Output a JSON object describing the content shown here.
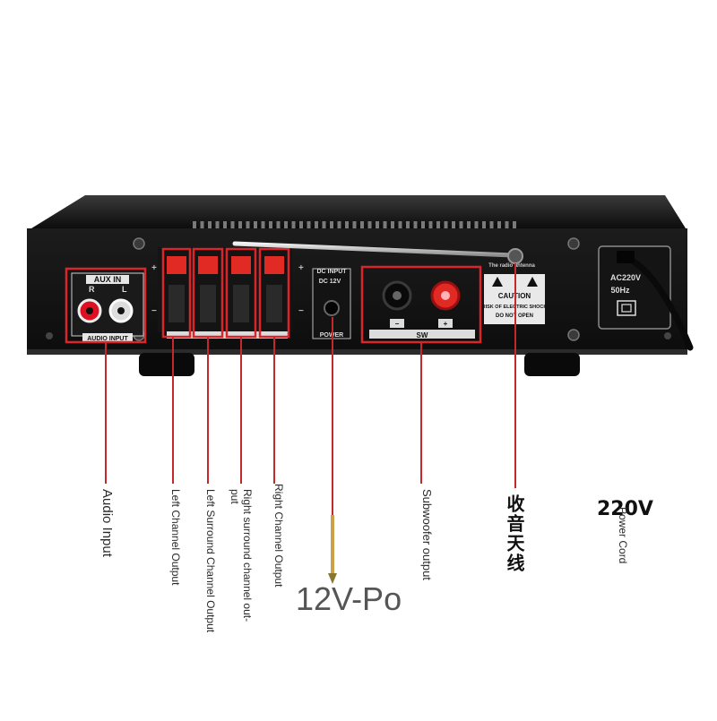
{
  "panel": {
    "aux_in": "AUX IN",
    "aux_r": "R",
    "aux_l": "L",
    "audio_input": "AUDIO INPUT",
    "dc_input": "DC INPUT",
    "dc_voltage": "DC 12V",
    "power": "POWER",
    "sw": "SW",
    "radio_antenna": "The radio antenna",
    "caution": "CAUTION",
    "risk_line1": "RISK OF ELECTRIC SHOCK",
    "risk_line2": "DO NOT OPEN",
    "ac_voltage": "AC220V",
    "frequency": "50Hz",
    "plus": "+",
    "minus": "−"
  },
  "labels": {
    "audio_input": "Audio Input",
    "left_channel": "Left Channel Output",
    "left_surround": "Left Surround Channel Output",
    "right_surround_1": "Right surround channel out-",
    "right_surround_2": "put",
    "right_channel": "Right Channel Output",
    "power_12v": "12V-Po",
    "subwoofer": "Subwoofer output",
    "antenna_cn": "收音天线",
    "v220": "220V",
    "power_cord": "Power Cord"
  },
  "colors": {
    "chassis": "#161616",
    "highlight": "#d9262b",
    "terminal_red": "#e12a23",
    "callout_line": "#c4282c"
  }
}
